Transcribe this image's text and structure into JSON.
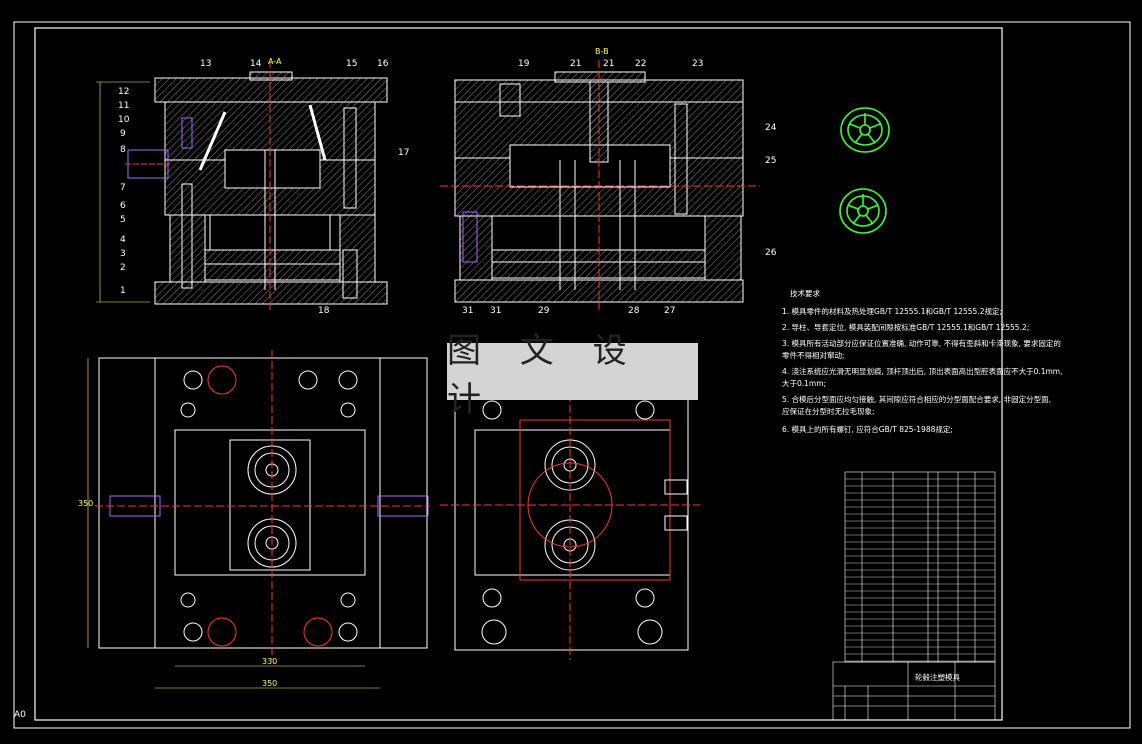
{
  "drawing": {
    "watermark": "图 文 设 计",
    "corner_mark": "A0",
    "section_a_title": "A-A",
    "section_b_title": "B-B",
    "left_part_numbers": [
      "12",
      "11",
      "10",
      "9",
      "8",
      "7",
      "6",
      "5",
      "4",
      "3",
      "2",
      "1"
    ],
    "top_left_part_numbers": [
      "13",
      "14",
      "15",
      "16"
    ],
    "left_inner_numbers": [
      "17",
      "18"
    ],
    "right_top_part_numbers": [
      "19",
      "21",
      "21",
      "22",
      "23"
    ],
    "right_side_part_numbers": [
      "24",
      "25",
      "26"
    ],
    "right_bottom_part_numbers": [
      "31",
      "31",
      "29",
      "28",
      "27"
    ],
    "dim_bottom_inner": "330",
    "dim_bottom_outer": "350",
    "dim_left": "350",
    "notes_title": "技术要求",
    "notes": [
      "1. 模具零件的材料及热处理GB/T 12555.1和GB/T 12555.2规定;",
      "2. 导柱、导套定位, 模具装配间隙按标准GB/T 12555.1和GB/T 12555.2;",
      "3. 模具所有活动部分应保证位置准确, 动作可靠, 不得有歪斜和卡滞现象, 要求固定的",
      "   零件不得相对窜动;",
      "4. 浇注系统应光滑无明显划痕, 顶杆顶出后, 顶出表面高出型腔表面应不大于0.1mm,",
      "   大于0.1mm;",
      "5. 合模后分型面应均匀接触, 其间隙应符合相应的分型面配合要求, 非固定分型面,",
      "   应保证在分型时无拉毛现象;",
      "6. 模具上的所有螺钉, 应符合GB/T 825-1988规定;"
    ],
    "title_block_name": "轮毂注塑模具",
    "colors": {
      "background": "#000000",
      "lines": "#ffffff",
      "hatch": "#bbbbbb",
      "center": "#ff3333",
      "dims": "#ffff33",
      "part": "#33ff33",
      "bolt": "#aa66ff",
      "watermark_bg": "#d4d4d4"
    }
  }
}
